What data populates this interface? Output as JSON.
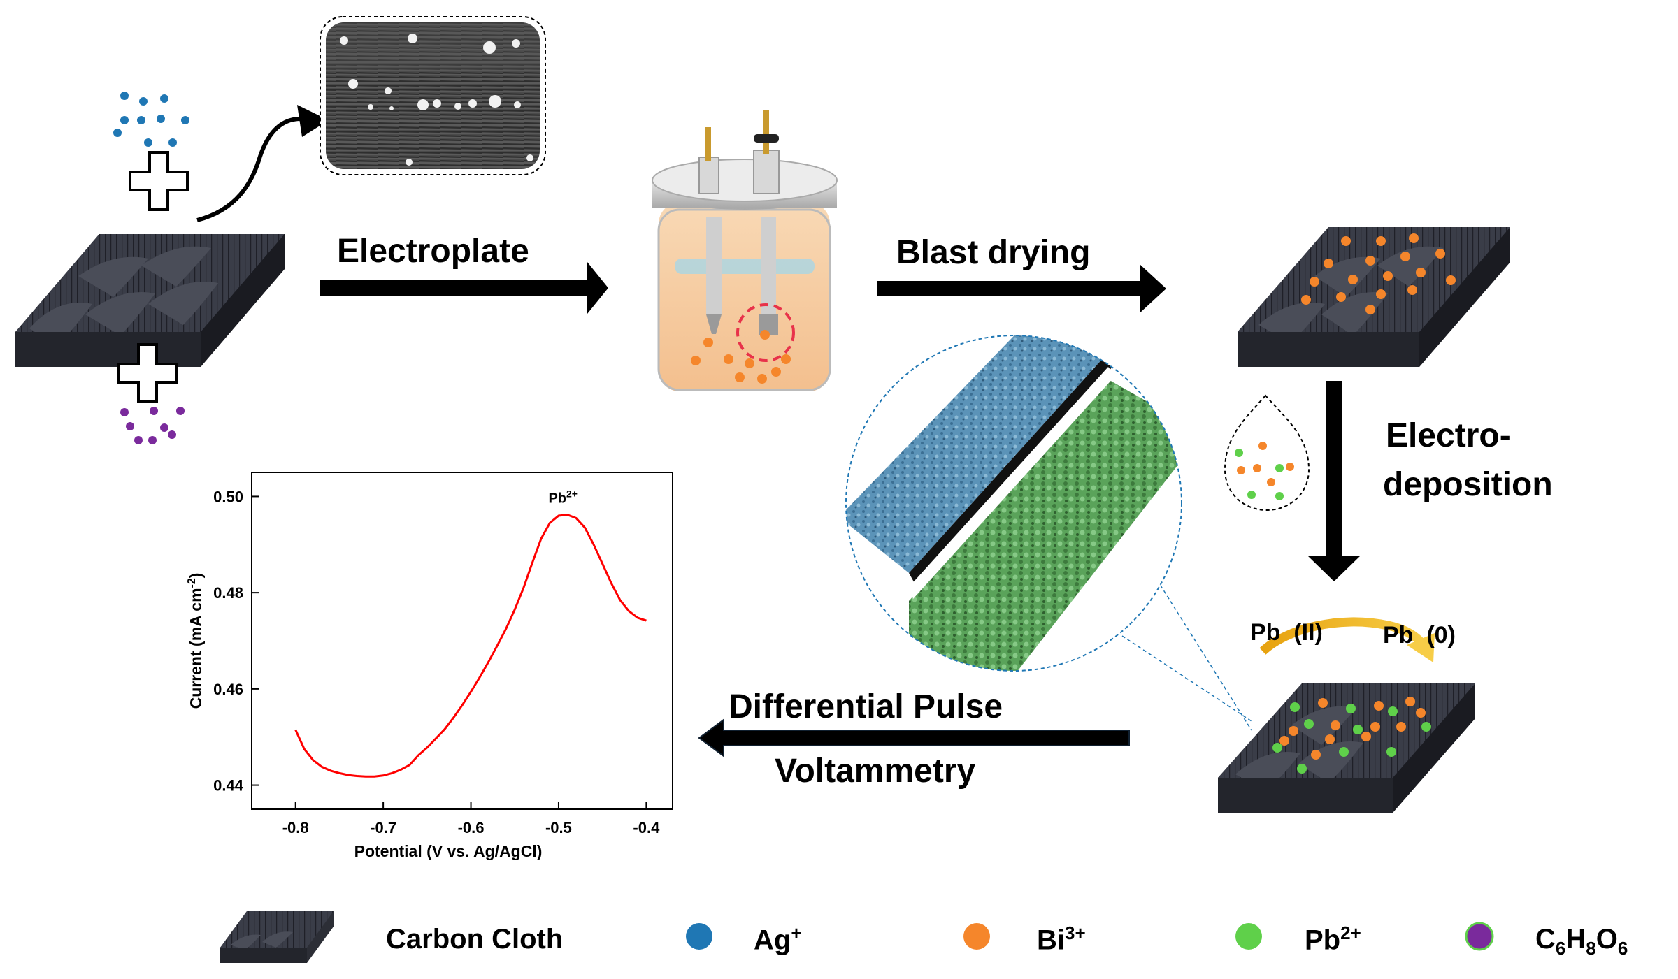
{
  "steps": {
    "electroplate": "Electroplate",
    "blast_drying": "Blast drying",
    "electrodeposition_line1": "Electro-",
    "electrodeposition_line2": "deposition",
    "dpv_line1": "Differential Pulse",
    "dpv_line2": "Voltammetry"
  },
  "reaction": {
    "from": "Pb  (II)",
    "to": "Pb  (0)"
  },
  "legend": {
    "carbon_cloth": "Carbon Cloth",
    "ag": "Ag",
    "ag_sup": "+",
    "bi": "Bi",
    "bi_sup": "3+",
    "pb": "Pb",
    "pb_sup": "2+",
    "c6": "C",
    "c6_sub1": "6",
    "h8": "H",
    "h8_sub": "8",
    "o6": "O",
    "o6_sub": "6"
  },
  "colors": {
    "ag": "#1f77b4",
    "bi": "#f5862b",
    "pb": "#5fd04a",
    "c6h8o6": "#7a2a9c",
    "cloth": "#3a3d48",
    "curve": "#ff0000",
    "sem_blue": "#5b93b8",
    "sem_green": "#5aa35a",
    "reaction_arrow": "#f2b21d"
  },
  "icons": [
    "plus-icon",
    "arrow-right-icon",
    "arrow-left-icon",
    "arrow-down-icon",
    "electrochemical-cell-icon",
    "droplet-icon",
    "carbon-cloth-icon",
    "sem-image",
    "magnifier-circle"
  ],
  "chart_data": {
    "type": "line",
    "xlabel": "Potential (V vs. Ag/AgCl)",
    "ylabel": "Current (mA cm",
    "ylabel_sup": "-2",
    "ylabel_close": ")",
    "xlim": [
      -0.85,
      -0.37
    ],
    "ylim": [
      0.435,
      0.505
    ],
    "xticks": [
      -0.8,
      -0.7,
      -0.6,
      -0.5,
      -0.4
    ],
    "xtick_labels": [
      "-0.8",
      "-0.7",
      "-0.6",
      "-0.5",
      "-0.4"
    ],
    "yticks": [
      0.44,
      0.46,
      0.48,
      0.5
    ],
    "ytick_labels": [
      "0.44",
      "0.46",
      "0.48",
      "0.50"
    ],
    "grid": false,
    "annotation": {
      "text": "Pb",
      "sup": "2+",
      "x": -0.495,
      "y": 0.4975
    },
    "series": [
      {
        "x": [
          -0.8,
          -0.79,
          -0.78,
          -0.77,
          -0.76,
          -0.75,
          -0.74,
          -0.73,
          -0.72,
          -0.71,
          -0.7,
          -0.69,
          -0.68,
          -0.67,
          -0.66,
          -0.65,
          -0.64,
          -0.63,
          -0.62,
          -0.61,
          -0.6,
          -0.59,
          -0.58,
          -0.57,
          -0.56,
          -0.55,
          -0.54,
          -0.53,
          -0.52,
          -0.51,
          -0.5,
          -0.49,
          -0.48,
          -0.47,
          -0.46,
          -0.45,
          -0.44,
          -0.43,
          -0.42,
          -0.41,
          -0.4
        ],
        "y": [
          0.4515,
          0.4475,
          0.4452,
          0.4438,
          0.443,
          0.4425,
          0.4421,
          0.4419,
          0.4418,
          0.4418,
          0.442,
          0.4425,
          0.4432,
          0.4442,
          0.4462,
          0.4478,
          0.4497,
          0.4516,
          0.454,
          0.4566,
          0.4594,
          0.4624,
          0.4656,
          0.469,
          0.4725,
          0.4765,
          0.481,
          0.4862,
          0.4912,
          0.4945,
          0.496,
          0.4962,
          0.4955,
          0.4935,
          0.49,
          0.486,
          0.482,
          0.4785,
          0.4762,
          0.4748,
          0.4742
        ]
      }
    ]
  }
}
